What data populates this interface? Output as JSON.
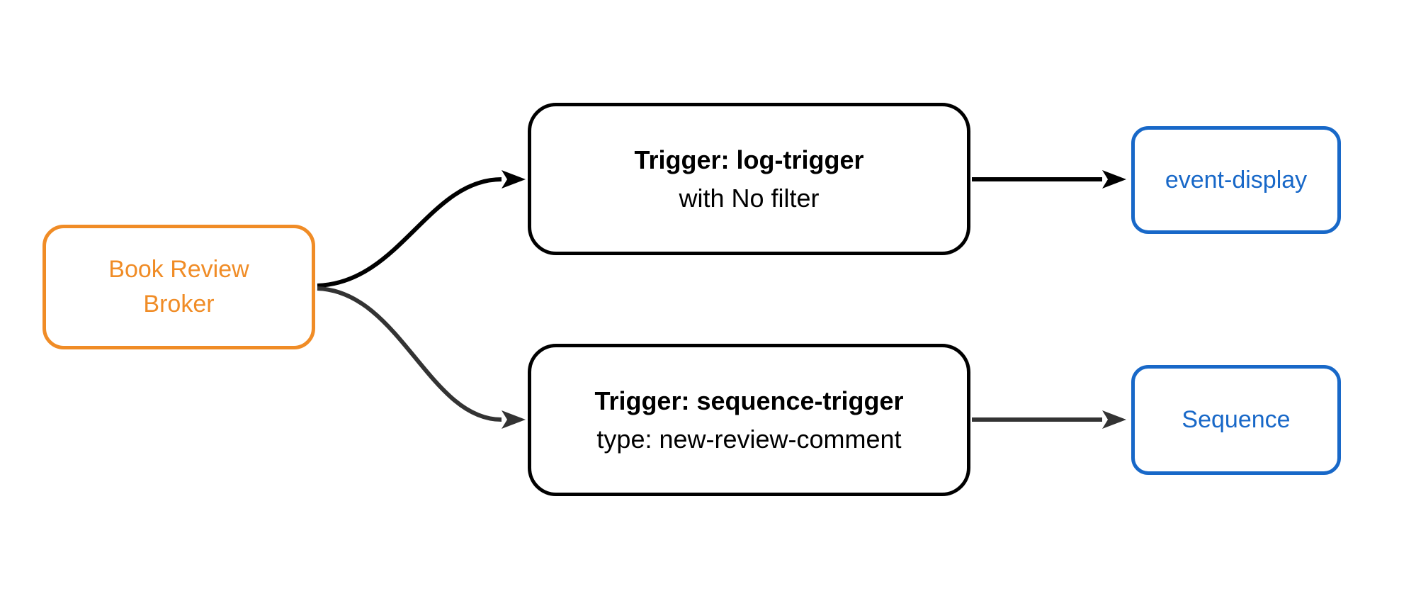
{
  "diagram": {
    "type": "flowchart",
    "direction": "left-to-right",
    "background_color": "#ffffff",
    "nodes": {
      "broker": {
        "lines": [
          "Book Review",
          "Broker"
        ],
        "accent_color": "#F08C26",
        "shape": "rounded-rectangle"
      },
      "log_trigger": {
        "title": "Trigger: log-trigger",
        "subtitle": "with No filter",
        "accent_color": "#000000",
        "shape": "rounded-rectangle"
      },
      "sequence_trigger": {
        "title": "Trigger: sequence-trigger",
        "subtitle": "type: new-review-comment",
        "accent_color": "#000000",
        "shape": "rounded-rectangle"
      },
      "event_display": {
        "label": "event-display",
        "accent_color": "#1868C8",
        "shape": "rounded-rectangle"
      },
      "sequence": {
        "label": "Sequence",
        "accent_color": "#1868C8",
        "shape": "rounded-rectangle"
      }
    },
    "edges": [
      {
        "from": "broker",
        "to": "log_trigger",
        "style": "curved",
        "color": "#000000",
        "arrowhead": "triangle"
      },
      {
        "from": "broker",
        "to": "sequence_trigger",
        "style": "curved",
        "color": "#333333",
        "arrowhead": "triangle"
      },
      {
        "from": "log_trigger",
        "to": "event_display",
        "style": "straight",
        "color": "#000000",
        "arrowhead": "triangle"
      },
      {
        "from": "sequence_trigger",
        "to": "sequence",
        "style": "straight",
        "color": "#333333",
        "arrowhead": "triangle"
      }
    ]
  }
}
